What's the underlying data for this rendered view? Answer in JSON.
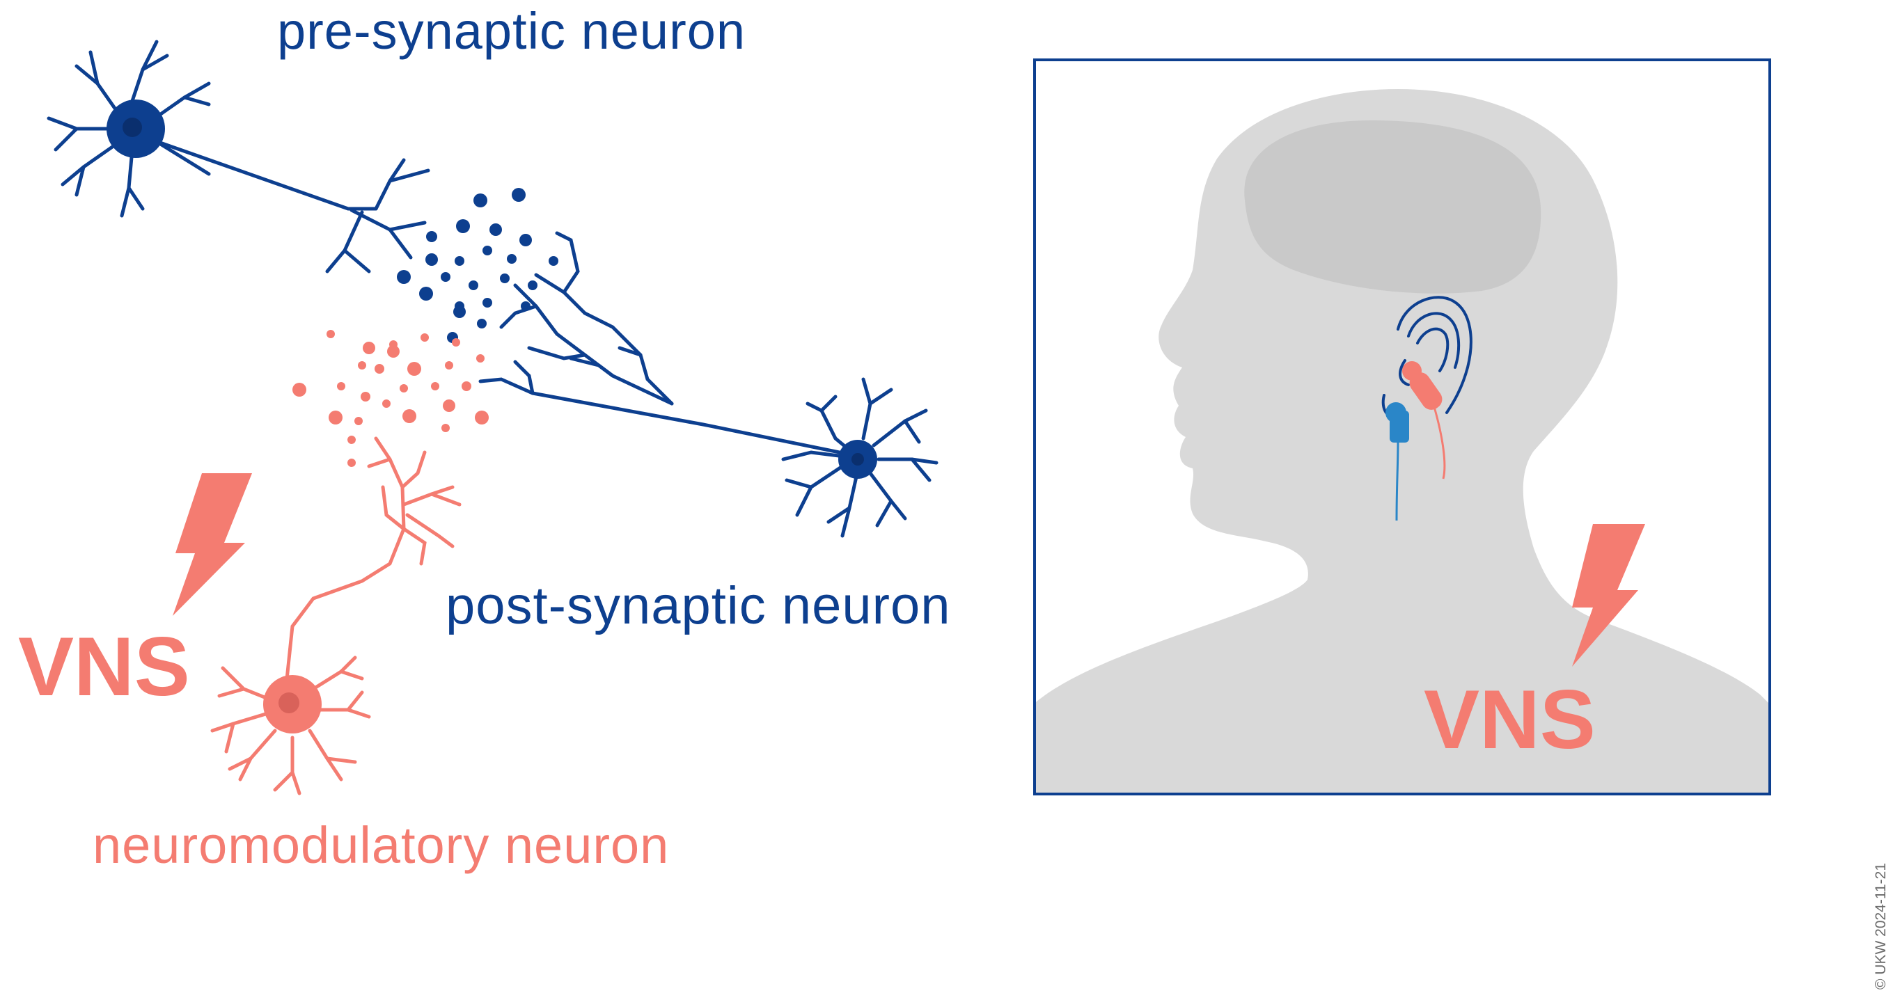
{
  "labels": {
    "pre_synaptic": "pre-synaptic neuron",
    "post_synaptic": "post-synaptic neuron",
    "neuromodulatory": "neuromodulatory neuron",
    "vns_left": "VNS",
    "vns_right": "VNS"
  },
  "copyright": "© UKW 2024-11-21",
  "colors": {
    "blue": "#0d3f8f",
    "salmon": "#f47c71",
    "head_gray": "#d9d9d9",
    "brain_gray": "#c9c9c9",
    "electrode_blue": "#2a86c8"
  }
}
